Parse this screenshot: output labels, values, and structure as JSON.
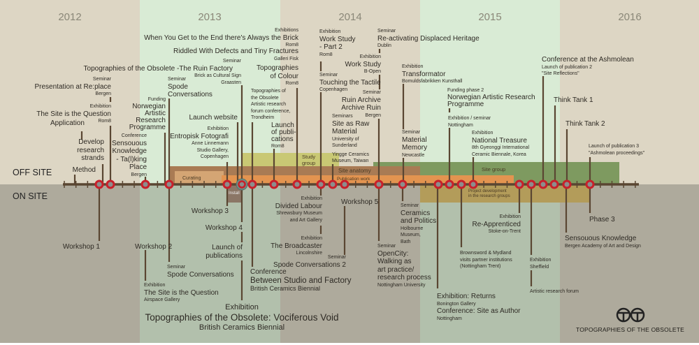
{
  "years": [
    "2012",
    "2013",
    "2014",
    "2015",
    "2016"
  ],
  "zones": {
    "off": "OFF SITE",
    "on": "ON SITE"
  },
  "colors": {
    "beige": "#ddd6c4",
    "light_green": "#d9ebd5",
    "grey": "#aeaa9c",
    "grey_green": "#b2c0ac",
    "marker": "#c8202a",
    "stem": "#5a4632"
  },
  "bands": {
    "curating": "Curating",
    "site_anatomy": "Site anatomy",
    "publication_work": "Publication work",
    "study_group": [
      "Study",
      "group"
    ],
    "site_group": "Site group",
    "install": "Install",
    "project_development": [
      "Project development",
      "in the research groups"
    ]
  },
  "events": {
    "off": [
      {
        "lines": [
          "Method"
        ]
      },
      {
        "lines": [
          "Develop",
          "research",
          "strands"
        ]
      },
      {
        "lines": [
          "Application"
        ]
      },
      {
        "lines": [
          "Exhibition",
          "The Site is the Question",
          "Rom8"
        ]
      },
      {
        "lines": [
          "Seminar",
          "Presentation at Re:place",
          "Bergen"
        ]
      },
      {
        "lines": [
          "Conference",
          "Sensouous",
          "Knowledge",
          "- Ta(l)king",
          "Place",
          "Bergen"
        ]
      },
      {
        "lines": [
          "Funding",
          "Norwegian",
          "Artistic",
          "Research",
          "Programme"
        ]
      },
      {
        "lines": [
          "Seminar",
          "Spode",
          "Conversations"
        ]
      },
      {
        "lines": [
          "Launch website"
        ]
      },
      {
        "lines": [
          "Exhibition",
          "Entropisk Fotografi",
          "Anne Linnemann",
          "Studio Gallery,",
          "Copenhagen"
        ]
      },
      {
        "lines": [
          "Seminar",
          "Topographies of the Obsolete -The Ruin Factory",
          "Brick as Cultural Sign",
          "Graasten"
        ]
      },
      {
        "lines": [
          "Exhibitions",
          "When You Get to the End there's Always the Brick",
          "Rom8"
        ]
      },
      {
        "lines": [
          "Riddled With Defects and Tiny Fractures",
          "Galleri Fisk"
        ]
      },
      {
        "lines": [
          "Topographies of",
          "the Obsolete",
          "Artistic research",
          "forum conference,",
          "Trondheim"
        ]
      },
      {
        "lines": [
          "Topographies",
          "of Colour",
          "Rom8"
        ]
      },
      {
        "lines": [
          "Launch",
          "of publi-",
          "cations",
          "Rom8"
        ]
      },
      {
        "lines": [
          "Exhibition",
          "Work Study",
          "- Part 2",
          "Rom8"
        ]
      },
      {
        "lines": [
          "Seminar",
          "Touching the Tactile",
          "Copenhagen"
        ]
      },
      {
        "lines": [
          "Seminar",
          "Re-activating Displaced Heritage",
          "Dublin"
        ]
      },
      {
        "lines": [
          "Exhibition",
          "Work Study",
          "B-Open"
        ]
      },
      {
        "lines": [
          "Seminar",
          "Ruin Archive",
          "Archive Ruin",
          "Bergen"
        ]
      },
      {
        "lines": [
          "Seminars",
          "Site as Raw",
          "Material",
          "University of",
          "Sunderland",
          "Yingge Ceramics",
          "Museum, Taiwan"
        ]
      },
      {
        "lines": [
          "Exhibition",
          "Transformator",
          "Bomuldsfabrikken Kunsthall"
        ]
      },
      {
        "lines": [
          "Seminar",
          "Material",
          "Memory",
          "Newcastle"
        ]
      },
      {
        "lines": [
          "Funding phase 2",
          "Norwegian Artistic Research",
          "Programme"
        ]
      },
      {
        "lines": [
          "Exhibition / seminar",
          "Nottingham"
        ]
      },
      {
        "lines": [
          "Exhibition",
          "National Treasure",
          "8th Gyeonggi International",
          "Ceramic Biennale, Korea"
        ]
      },
      {
        "lines": [
          "Conference at the Ashmolean",
          "Launch of publication 2",
          "\"Site Reflections\""
        ]
      },
      {
        "lines": [
          "Think Tank 1"
        ]
      },
      {
        "lines": [
          "Think Tank 2"
        ]
      },
      {
        "lines": [
          "Launch of publication 3",
          "\"Ashmolean proceedings\""
        ]
      }
    ],
    "on": [
      {
        "lines": [
          "Workshop 1"
        ]
      },
      {
        "lines": [
          "Workshop 2"
        ]
      },
      {
        "lines": [
          "Seminar",
          "Spode Conversations"
        ]
      },
      {
        "lines": [
          "Exhibition",
          "The Site is the Question",
          "Airspace Gallery"
        ]
      },
      {
        "lines": [
          "Workshop 3"
        ]
      },
      {
        "lines": [
          "Workshop 4"
        ]
      },
      {
        "lines": [
          "Launch of",
          "publications"
        ]
      },
      {
        "lines": [
          "Exhibition",
          "Topographies of the Obsolete: Vociferous Void",
          "British Ceramics Biennial"
        ]
      },
      {
        "lines": [
          "Conference",
          "Between Studio and Factory",
          "British Ceramics Biennial"
        ]
      },
      {
        "lines": [
          "Exhibition",
          "Divided Labour",
          "Shrewsbury Museum",
          "and Art Gallery"
        ]
      },
      {
        "lines": [
          "Exhibition",
          "The Broadcaster",
          "Lincolnshire"
        ]
      },
      {
        "lines": [
          "Seminar",
          "Spode Conversations 2"
        ]
      },
      {
        "lines": [
          "Workshop 5"
        ]
      },
      {
        "lines": [
          "Seminar",
          "OpenCity:",
          "Walking as",
          "art practice/",
          "research process",
          "Nottingham University"
        ]
      },
      {
        "lines": [
          "Seminar",
          "Ceramics",
          "and Politics",
          "Holbourne",
          "Museum,",
          "Bath"
        ]
      },
      {
        "lines": [
          "Exhibition: Returns",
          "Bonington Gallery",
          "Conference: Site as Author",
          "Nottingham"
        ]
      },
      {
        "lines": [
          "Brownsword & Mydland",
          "visits partner institutions",
          "(Nottingham Trent)"
        ]
      },
      {
        "lines": [
          "Exhibition",
          "Re-Apprenticed",
          "Stoke-on-Trent"
        ]
      },
      {
        "lines": [
          "Exhibition",
          "Sheffield"
        ]
      },
      {
        "lines": [
          "Artistic research forum"
        ]
      },
      {
        "lines": [
          "Sensouous Knowledge",
          "Bergen Academy of Art and Design"
        ]
      },
      {
        "lines": [
          "Phase 3"
        ]
      }
    ]
  },
  "logo": {
    "caption": "TOPOGRAPHIES OF THE OBSOLETE",
    "icon": "double-t-circle-logo"
  }
}
